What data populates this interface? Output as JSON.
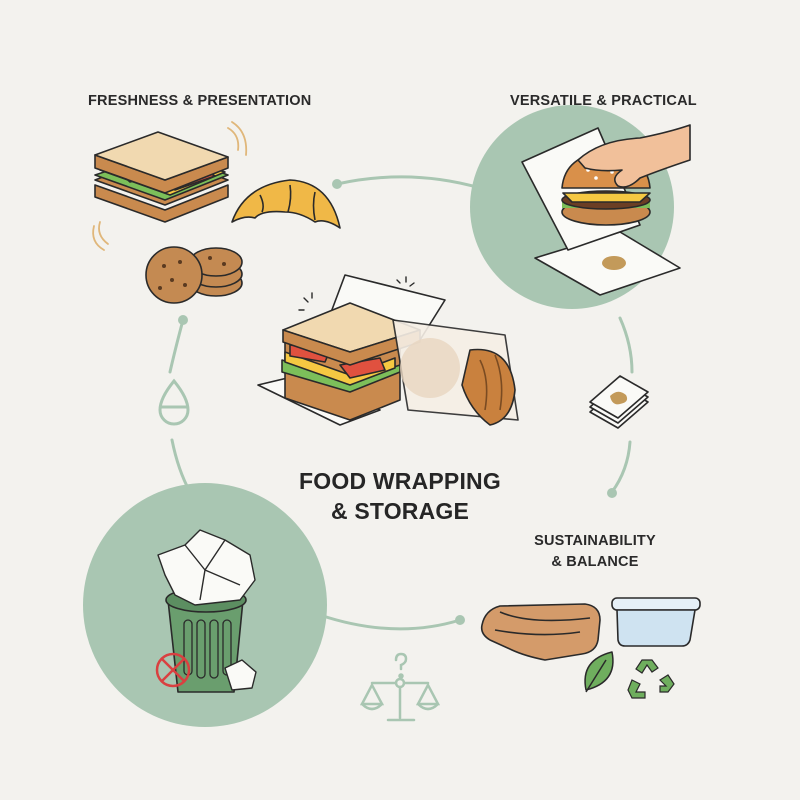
{
  "title": {
    "line1": "FOOD WRAPPING",
    "line2": "& STORAGE"
  },
  "sections": [
    {
      "id": "freshness",
      "label": "FRESHNESS & PRESENTATION",
      "icons": [
        "sandwich-icon",
        "croissant-icon",
        "cookies-icon"
      ]
    },
    {
      "id": "versatile",
      "label": "VERSATILE & PRACTICAL",
      "icons": [
        "hand-burger-wrap-icon"
      ]
    },
    {
      "id": "sustainability",
      "label_line1": "SUSTAINABILITY",
      "label_line2": "& BALANCE",
      "icons": [
        "beeswax-wrap-icon",
        "glass-container-icon",
        "leaf-icon",
        "recycle-icon"
      ]
    },
    {
      "id": "waste",
      "label": "",
      "icons": [
        "trash-can-icon",
        "crumpled-paper-icon",
        "no-symbol-icon"
      ]
    }
  ],
  "connectors": {
    "icons": [
      "water-drop-icon",
      "stacked-sheets-icon",
      "scale-question-icon"
    ]
  },
  "colors": {
    "background": "#f3f2ee",
    "sage_circle": "#a9c6b2",
    "connector": "#a9c6b2",
    "text": "#2a2a2a",
    "bread": "#f1d9b0",
    "crust": "#c98a4e",
    "tomato": "#e0513f",
    "cheese": "#f5c842",
    "lettuce": "#7cbf5a",
    "croissant": "#f0b847",
    "cookie": "#c48a52",
    "trash": "#6a9e6e",
    "no_symbol": "#d94040"
  }
}
